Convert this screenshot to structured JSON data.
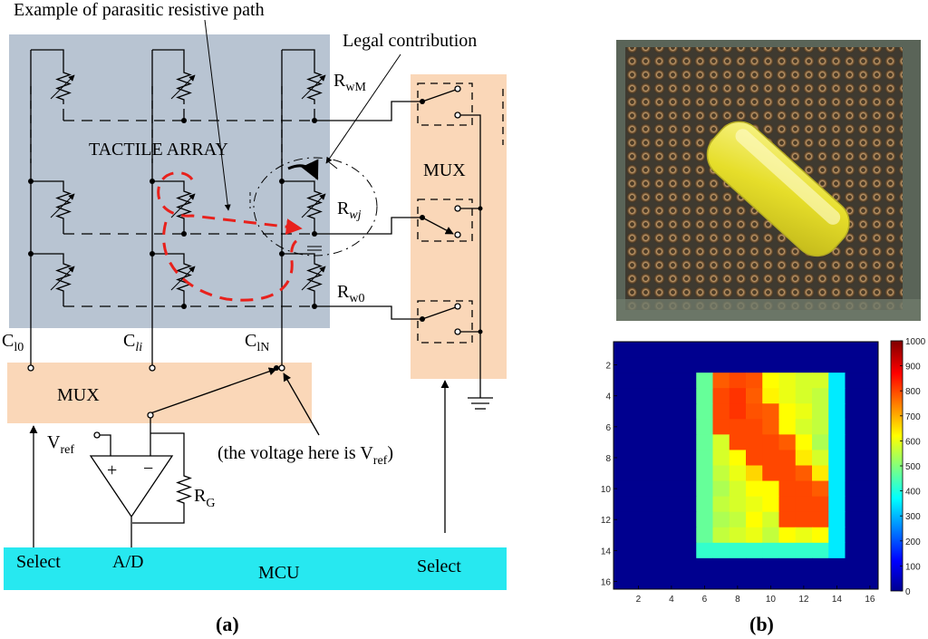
{
  "diagram": {
    "title_parasitic": "Example of parasitic resistive path",
    "legal_contribution": "Legal contribution",
    "tactile_array": "TACTILE ARRAY",
    "mux_left": "MUX",
    "mux_right": "MUX",
    "mcu": "MCU",
    "select_left": "Select",
    "select_right": "Select",
    "ad": "A/D",
    "voltage_note": "(the voltage here is V",
    "voltage_note_sub": "ref",
    "voltage_note_end": ")",
    "col_labels": [
      {
        "main": "C",
        "sub": "l0"
      },
      {
        "main": "C",
        "sub": "li"
      },
      {
        "main": "C",
        "sub": "lN"
      }
    ],
    "row_labels": [
      {
        "main": "R",
        "sub": "wM"
      },
      {
        "main": "R",
        "sub": "wj"
      },
      {
        "main": "R",
        "sub": "w0"
      }
    ],
    "vref": {
      "main": "V",
      "sub": "ref"
    },
    "rg": {
      "main": "R",
      "sub": "G"
    },
    "opamp_plus": "+",
    "opamp_minus": "−",
    "caption_a": "(a)",
    "caption_b": "(b)"
  },
  "colors": {
    "array_bg": "#b8c4d2",
    "mux_bg": "#fad7b8",
    "mcu_bg": "#27e8f0",
    "parasitic": "#e8211c"
  },
  "chart_data": {
    "type": "heatmap",
    "x_ticks": [
      2,
      4,
      6,
      8,
      10,
      12,
      14,
      16
    ],
    "y_ticks": [
      2,
      4,
      6,
      8,
      10,
      12,
      14,
      16
    ],
    "xlim": [
      0.5,
      16.5
    ],
    "ylim": [
      0.5,
      16.5
    ],
    "colorbar_ticks": [
      "0",
      "100",
      "200",
      "300",
      "400",
      "500",
      "600",
      "700",
      "800",
      "900",
      "1000"
    ],
    "colorbar_range": [
      0,
      1000
    ],
    "grid": [
      [
        0,
        0,
        0,
        0,
        0,
        0,
        0,
        0,
        0,
        0,
        0,
        0,
        0,
        0,
        0,
        0
      ],
      [
        0,
        0,
        0,
        0,
        0,
        0,
        0,
        0,
        0,
        0,
        0,
        0,
        0,
        0,
        0,
        0
      ],
      [
        0,
        0,
        0,
        0,
        0,
        470,
        780,
        800,
        790,
        620,
        600,
        580,
        580,
        350,
        0,
        0
      ],
      [
        0,
        0,
        0,
        0,
        0,
        470,
        800,
        820,
        780,
        630,
        600,
        580,
        560,
        350,
        0,
        0
      ],
      [
        0,
        0,
        0,
        0,
        0,
        470,
        800,
        820,
        790,
        780,
        620,
        600,
        560,
        350,
        0,
        0
      ],
      [
        0,
        0,
        0,
        0,
        0,
        470,
        800,
        800,
        800,
        780,
        620,
        580,
        560,
        350,
        0,
        0
      ],
      [
        0,
        0,
        0,
        0,
        0,
        470,
        580,
        800,
        800,
        800,
        780,
        620,
        540,
        350,
        0,
        0
      ],
      [
        0,
        0,
        0,
        0,
        0,
        470,
        580,
        620,
        800,
        800,
        800,
        640,
        580,
        350,
        0,
        0
      ],
      [
        0,
        0,
        0,
        0,
        0,
        470,
        560,
        600,
        660,
        800,
        800,
        780,
        640,
        350,
        0,
        0
      ],
      [
        0,
        0,
        0,
        0,
        0,
        470,
        540,
        580,
        620,
        620,
        800,
        800,
        780,
        350,
        0,
        0
      ],
      [
        0,
        0,
        0,
        0,
        0,
        470,
        560,
        580,
        600,
        620,
        800,
        800,
        800,
        350,
        0,
        0
      ],
      [
        0,
        0,
        0,
        0,
        0,
        470,
        540,
        560,
        620,
        580,
        800,
        800,
        800,
        350,
        0,
        0
      ],
      [
        0,
        0,
        0,
        0,
        0,
        470,
        560,
        580,
        600,
        560,
        620,
        600,
        620,
        350,
        0,
        0
      ],
      [
        0,
        0,
        0,
        0,
        0,
        420,
        420,
        420,
        420,
        420,
        420,
        420,
        420,
        350,
        0,
        0
      ],
      [
        0,
        0,
        0,
        0,
        0,
        0,
        0,
        0,
        0,
        0,
        0,
        0,
        0,
        0,
        0,
        0
      ],
      [
        0,
        0,
        0,
        0,
        0,
        0,
        0,
        0,
        0,
        0,
        0,
        0,
        0,
        0,
        0,
        0
      ]
    ]
  }
}
